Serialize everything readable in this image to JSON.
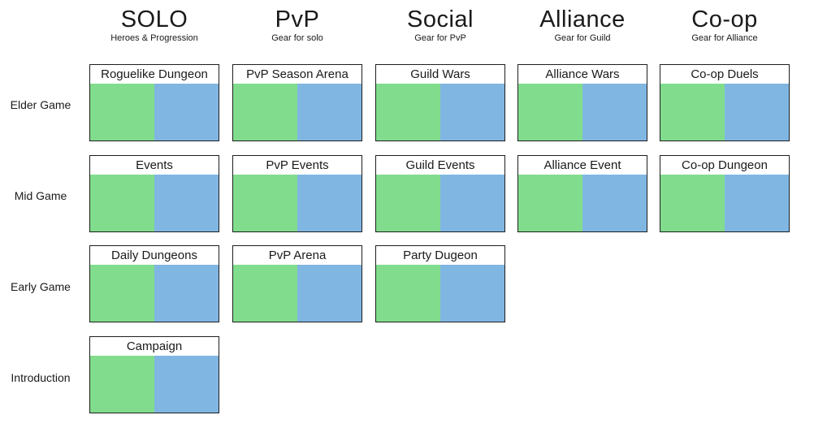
{
  "colors": {
    "green": "#81dd8d",
    "blue": "#80b6e2",
    "border": "#1e1e1e"
  },
  "columns": [
    {
      "title": "SOLO",
      "subtitle": "Heroes & Progression"
    },
    {
      "title": "PvP",
      "subtitle": "Gear for solo"
    },
    {
      "title": "Social",
      "subtitle": "Gear for PvP"
    },
    {
      "title": "Alliance",
      "subtitle": "Gear for Guild"
    },
    {
      "title": "Co-op",
      "subtitle": "Gear for Alliance"
    }
  ],
  "rows": [
    {
      "label": "Elder Game"
    },
    {
      "label": "Mid Game"
    },
    {
      "label": "Early Game"
    },
    {
      "label": "Introduction"
    }
  ],
  "cards": [
    {
      "title": "Roguelike Dungeon",
      "row": "Elder Game",
      "column": "SOLO"
    },
    {
      "title": "PvP Season Arena",
      "row": "Elder Game",
      "column": "PvP"
    },
    {
      "title": "Guild Wars",
      "row": "Elder Game",
      "column": "Social"
    },
    {
      "title": "Alliance Wars",
      "row": "Elder Game",
      "column": "Alliance"
    },
    {
      "title": "Co-op Duels",
      "row": "Elder Game",
      "column": "Co-op"
    },
    {
      "title": "Events",
      "row": "Mid Game",
      "column": "SOLO"
    },
    {
      "title": "PvP Events",
      "row": "Mid Game",
      "column": "PvP"
    },
    {
      "title": "Guild Events",
      "row": "Mid Game",
      "column": "Social"
    },
    {
      "title": "Alliance Event",
      "row": "Mid Game",
      "column": "Alliance"
    },
    {
      "title": "Co-op Dungeon",
      "row": "Mid Game",
      "column": "Co-op"
    },
    {
      "title": "Daily Dungeons",
      "row": "Early Game",
      "column": "SOLO"
    },
    {
      "title": "PvP Arena",
      "row": "Early Game",
      "column": "PvP"
    },
    {
      "title": "Party Dugeon",
      "row": "Early Game",
      "column": "Social"
    },
    {
      "title": "Campaign",
      "row": "Introduction",
      "column": "SOLO"
    }
  ]
}
